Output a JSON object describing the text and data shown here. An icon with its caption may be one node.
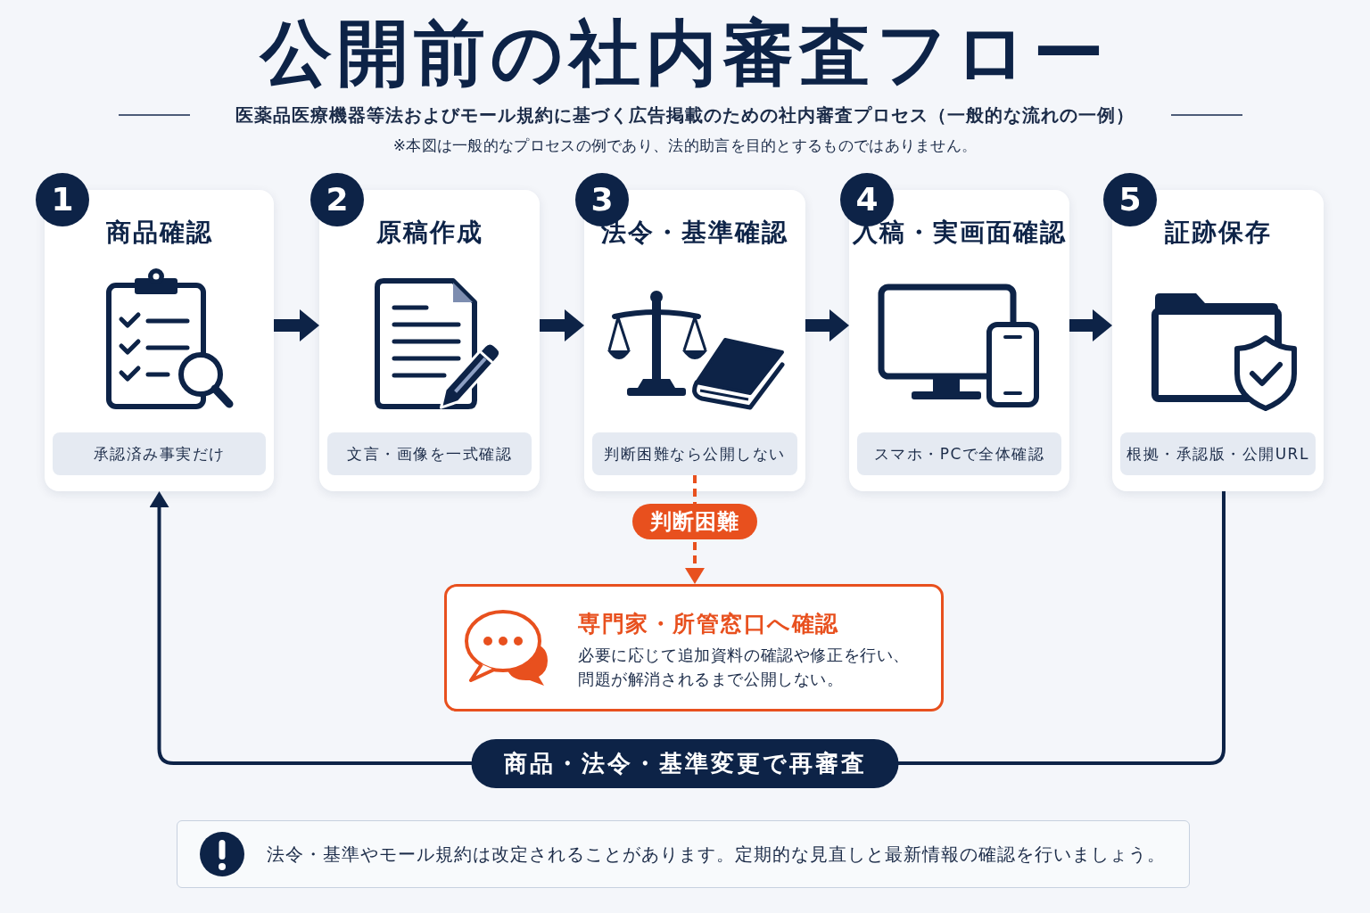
{
  "diagram": {
    "title": "公開前の社内審査フロー",
    "nodes": [
      {
        "text": [
          "商品確認"
        ],
        "beside": [
          "1"
        ]
      },
      {
        "text": [
          "承認済み事実だけ"
        ],
        "in": 0
      },
      {
        "text": [
          "原稿作成"
        ],
        "beside": [
          "2"
        ]
      },
      {
        "text": [
          "文言・画像を一式確認"
        ],
        "in": 2
      },
      {
        "text": [
          "法令・基準確認"
        ],
        "beside": [
          "3"
        ]
      },
      {
        "text": [
          "判断困難なら公開しない"
        ],
        "in": 4
      },
      {
        "text": [
          "入稿・実画面確認"
        ],
        "beside": [
          "4"
        ]
      },
      {
        "text": [
          "スマホ・PCで全体確認"
        ],
        "in": 6
      },
      {
        "text": [
          "証跡保存"
        ],
        "beside": [
          "5"
        ]
      },
      {
        "text": [
          "根拠・承認版・公開URL"
        ],
        "in": 8
      },
      {
        "text": [
          "専門家・所管窓口へ確認",
          "必要に応じて追加資料の確認や修正を行い、問題が解消されるまで公開しない。"
        ]
      },
      {
        "text": [
          "法令・基準やモール規約は改定されることがあります。定期的な見直しと最新情報の確認を行いましょう。"
        ]
      }
    ],
    "edges": [
      {
        "from": 0,
        "to": 2,
        "arrow": "to"
      },
      {
        "from": 2,
        "to": 4,
        "arrow": "to"
      },
      {
        "from": 4,
        "to": 6,
        "arrow": "to"
      },
      {
        "from": 6,
        "to": 8,
        "arrow": "to"
      },
      {
        "from": 5,
        "to": 10,
        "arrow": "to",
        "style": "dashed",
        "color": "#e8501e",
        "label": "判断困難"
      },
      {
        "from": 8,
        "to": 0,
        "arrow": "to",
        "label": "商品・法令・基準変更で再審査"
      }
    ],
    "labels": [
      "医薬品医療機器等法およびモール規約に基づく広告掲載のための社内審査プロセス（一般的な流れの一例）",
      "※本図は一般的なプロセスの例であり、法的助言を目的とするものではありません。"
    ]
  }
}
